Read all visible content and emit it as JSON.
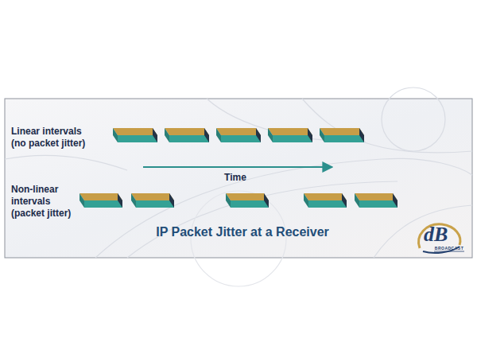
{
  "diagram": {
    "title": "IP Packet Jitter at a Receiver",
    "labels": [
      "Linear intervals (no packet jitter)",
      "Time",
      "Non-linear intervals (packet jitter)",
      "dB",
      "BROADCAST"
    ]
  }
}
